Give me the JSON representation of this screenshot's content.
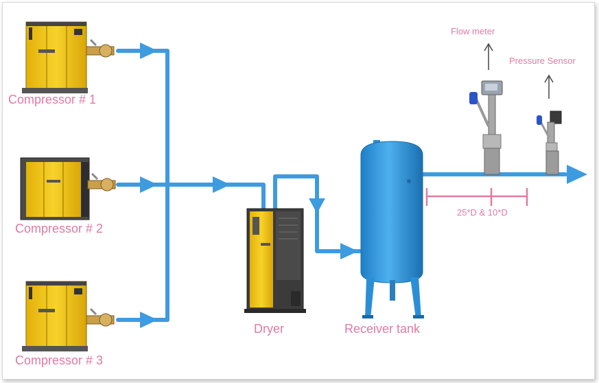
{
  "diagram": {
    "labels": {
      "compressor_1": "Compressor # 1",
      "compressor_2": "Compressor # 2",
      "compressor_3": "Compressor # 3",
      "dryer": "Dryer",
      "receiver_tank": "Receiver tank",
      "flow_meter": "Flow meter",
      "pressure_sensor": "Pressure Sensor",
      "distance_note": "25*D & 10*D"
    },
    "colors": {
      "pipe": "#3d9be0",
      "label": "#e07aa3",
      "compressor_body": "#f2c417",
      "tank": "#2c8fd6",
      "dryer_side": "#3b3b3b"
    }
  }
}
